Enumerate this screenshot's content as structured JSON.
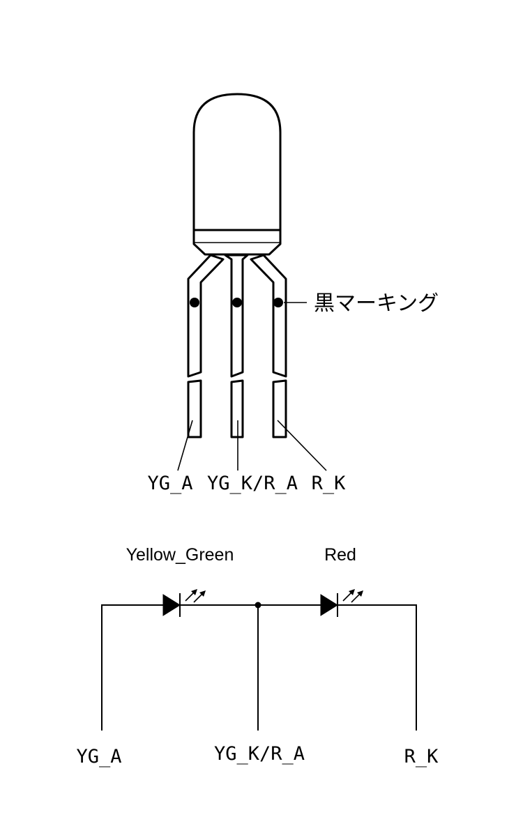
{
  "component": {
    "marking_label": "黒マーキング",
    "pin_labels": [
      "YG_A",
      "YG_K/R_A",
      "R_K"
    ]
  },
  "schematic": {
    "led1_label": "Yellow_Green",
    "led2_label": "Red",
    "terminal_labels": [
      "YG_A",
      "YG_K/R_A",
      "R_K"
    ]
  }
}
